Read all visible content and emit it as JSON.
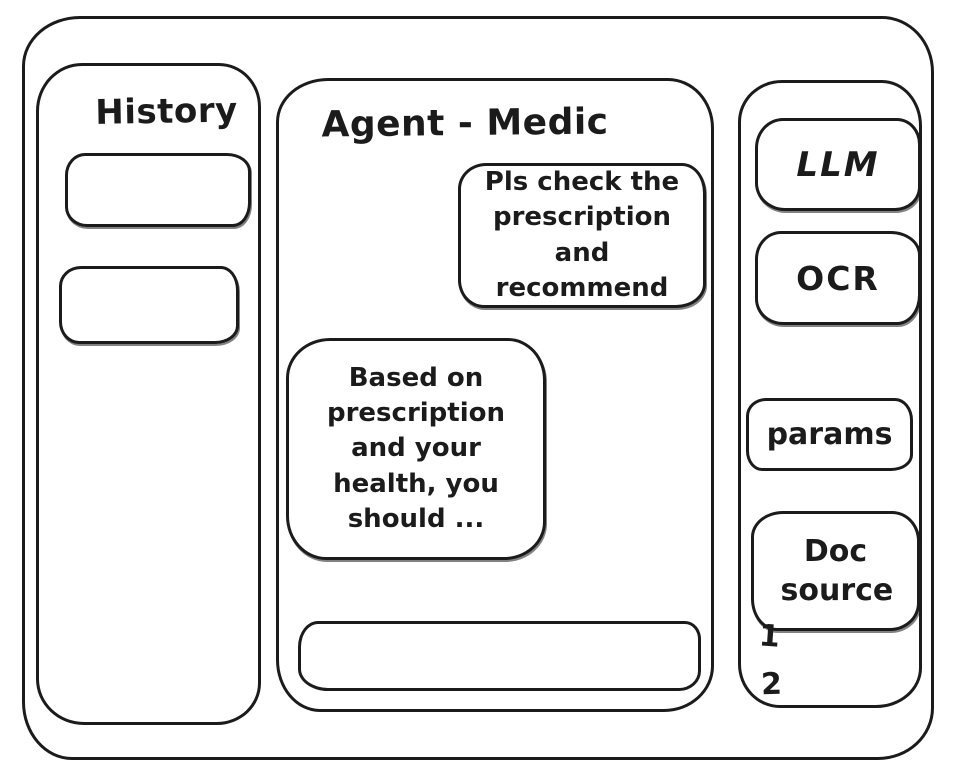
{
  "window": {
    "background": "#ffffff",
    "stroke_color": "#1b1b1b"
  },
  "history": {
    "title": "History",
    "items": [
      {
        "label": ""
      },
      {
        "label": ""
      }
    ]
  },
  "chat": {
    "title": "Agent - Medic",
    "messages": [
      {
        "role": "user",
        "text": "Pls check the prescription and recommend"
      },
      {
        "role": "agent",
        "text": "Based on prescription and your health, you should ..."
      }
    ],
    "input": {
      "value": "",
      "placeholder": ""
    }
  },
  "tools": {
    "buttons": [
      {
        "id": "llm",
        "label": "LLM"
      },
      {
        "id": "ocr",
        "label": "OCR"
      },
      {
        "id": "params",
        "label": "params"
      },
      {
        "id": "doc-source",
        "label": "Doc source"
      }
    ],
    "doc_source_items": [
      "1",
      "2"
    ]
  }
}
